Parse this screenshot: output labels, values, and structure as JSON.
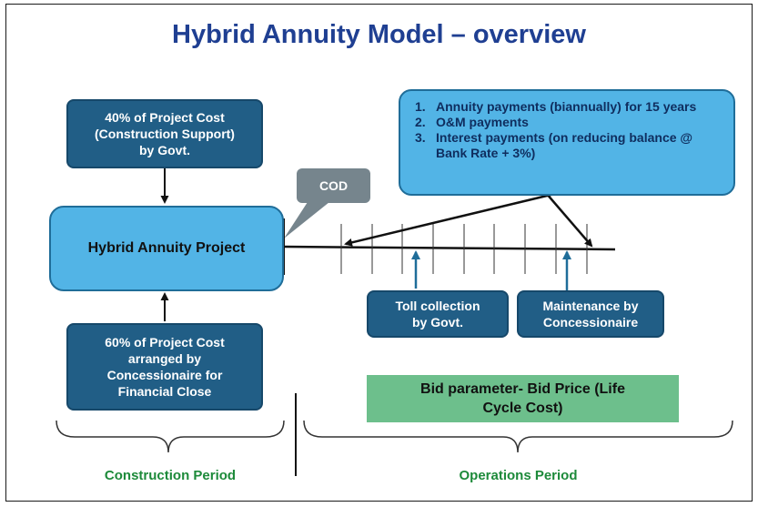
{
  "title": "Hybrid Annuity Model –  overview",
  "govt_support": "40% of Project Cost\n(Construction Support)\nby Govt.",
  "project": "Hybrid Annuity Project",
  "concessionaire_finance": "60% of Project Cost\narranged by\nConcessionaire for\nFinancial Close",
  "cod": "COD",
  "payments": [
    {
      "num": "1.",
      "text": "Annuity payments (biannually)  for 15 years"
    },
    {
      "num": "2.",
      "text": "O&M payments"
    },
    {
      "num": "3.",
      "text": "Interest payments (on reducing balance @ Bank Rate + 3%)"
    }
  ],
  "toll": "Toll collection\nby Govt.",
  "maintenance": "Maintenance by\nConcessionaire",
  "bid": "Bid parameter- Bid Price (Life\nCycle Cost)",
  "construction_period": "Construction Period",
  "operations_period": "Operations Period",
  "colors": {
    "title": "#1f3f92",
    "dark_box": "#215e86",
    "light_box": "#52b4e6",
    "bid_box": "#6dbf8c",
    "period_text": "#1d8a3a",
    "callout": "#76858d"
  }
}
